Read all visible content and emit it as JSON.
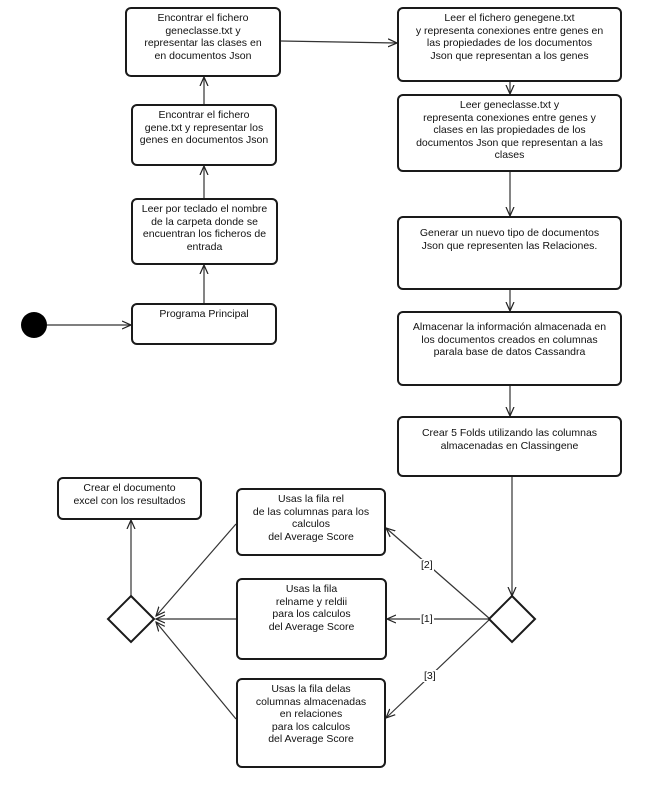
{
  "nodes": {
    "n_geneclasse": "Encontrar el fichero\ngeneclasse.txt y\nrepresentar las clases en\nen documentos Json",
    "n_gene": "Encontrar el fichero\ngene.txt y representar los\ngenes en documentos Json",
    "n_leer_carpeta": "Leer por teclado el nombre\nde la carpeta donde se\nencuentran los ficheros de\nentrada",
    "n_programa": "Programa Principal",
    "n_genegene": "Leer el fichero genegene.txt\ny representa conexiones entre genes en\nlas propiedades de los documentos\nJson que representan a los genes",
    "n_leer_geneclasse": "Leer geneclasse.txt y\nrepresenta conexiones entre genes y\nclases en las propiedades de los\ndocumentos Json que representan a las\nclases",
    "n_generar": "Generar un nuevo tipo de documentos\nJson que representen las Relaciones.",
    "n_almacenar": "Almacenar la información almacenada en\nlos documentos creados en columnas\nparala  base de datos Cassandra",
    "n_folds": "Crear 5 Folds utilizando las columnas\nalmacenadas en Classingene",
    "n_crear_doc": "Crear el documento\nexcel con los resultados",
    "n_rel": "Usas la fila rel\nde las columnas para los\ncalculos\ndel Average Score",
    "n_relname": "Usas la fila\nrelname y reldii\npara los calculos\ndel Average Score",
    "n_delas": "Usas la fila delas\ncolumnas almacenadas\nen  relaciones\npara los calculos\ndel Average Score"
  },
  "guards": {
    "g1": "[1]",
    "g2": "[2]",
    "g3": "[3]"
  }
}
